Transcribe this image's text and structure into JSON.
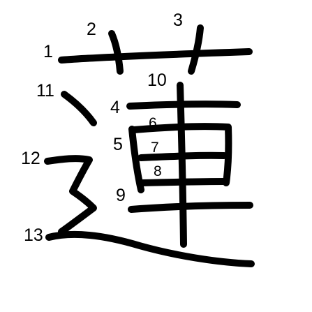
{
  "character": "蓮",
  "stroke_color": "#000000",
  "background_color": "#ffffff",
  "stroke_numbers": [
    "1",
    "2",
    "3",
    "4",
    "5",
    "6",
    "7",
    "8",
    "9",
    "10",
    "11",
    "12",
    "13"
  ]
}
